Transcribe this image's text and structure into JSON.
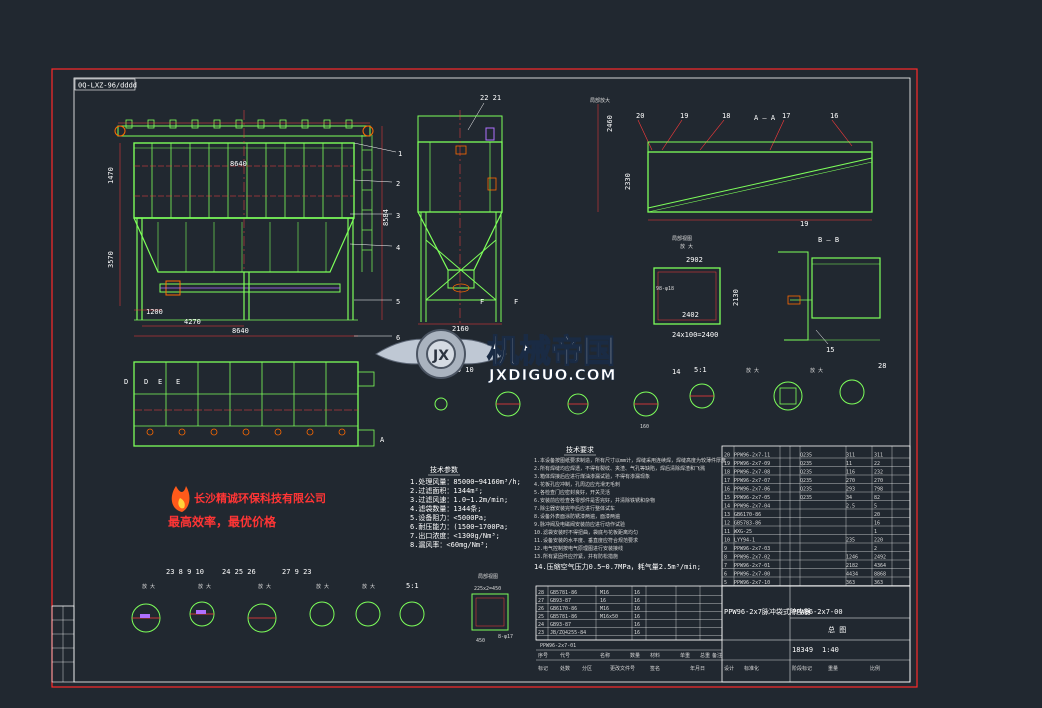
{
  "drawing": {
    "code_box": "0Q-LXZ-96/dddd",
    "drawing_number": "PPW96-2x7-00",
    "drawing_title": "总 图",
    "title_desc": "PPW96-2x7脉冲袋式除尘器",
    "weight": "18349",
    "scale": "1:40"
  },
  "watermark": {
    "brand": "机械帝国",
    "url": "JXDIGUO.COM"
  },
  "company": {
    "name": "长沙精诚环保科技有限公司",
    "slogan": "最高效率，最优价格"
  },
  "section_labels": {
    "aa": "A — A",
    "bb": "B — B",
    "enlarge": "放 大"
  },
  "item_numbers": {
    "main": [
      "1",
      "2",
      "3",
      "4",
      "5",
      "6"
    ],
    "top": "22 21",
    "right_view": [
      "20",
      "19",
      "18",
      "17",
      "16",
      "15"
    ],
    "bottom_a": "23  8  9 10",
    "bottom_b": "24 25 26",
    "bottom_c": "27  9  23",
    "mid": "6  8 9 10",
    "detail": [
      "14",
      "5:1",
      "28"
    ]
  },
  "dimensions": {
    "length_total": "8640",
    "width_inner": "4270",
    "height_hopper": "3570",
    "height_box": "1470",
    "height_total": "8584",
    "base": "1200",
    "span": "2160",
    "box_w": "2902",
    "box_h": "2402",
    "box_h2": "2130"
  },
  "tech_params": {
    "title": "技术参数",
    "items": [
      "1.处理风量：85000~94160m³/h;",
      "2.过滤面积：1344m²;",
      "3.过滤风速：1.0~1.2m/min;",
      "4.滤袋数量：1344条;",
      "5.设备阻力：<5000Pa;",
      "6.耐压能力：(1500~1700Pa;",
      "7.出口浓度：<1300g/Nm³;",
      "8.漏风率：<60mg/Nm³;"
    ]
  },
  "tech_requirements": {
    "title": "技术要求",
    "items": [
      "1.本设备按图纸要求制造，所有尺寸以mm计，焊缝采用连续焊，焊缝高度为较薄件厚度",
      "2.所有焊缝均应焊透，不得有裂纹、夹渣、气孔等缺陷，焊后清除焊渣和飞溅",
      "3.箱体焊接后应进行煤油渗漏试验，不得有渗漏现象",
      "4.花板孔应冲制，孔周边应光滑无毛刺",
      "5.各检查门应密封良好，开关灵活",
      "6.安装前应检查各零部件是否完好，并清除铁锈和杂物",
      "7.除尘器安装完毕后应进行整体试车",
      "8.设备外表面涂防锈漆两遍，面漆两遍",
      "9.脉冲阀及电磁阀安装前应进行动作试验",
      "10.滤袋安装时不得扭曲，袋底与花板距离均匀",
      "11.设备安装的水平度、垂直度应符合规范要求",
      "12.电气控制按电气原理图进行安装接线",
      "13.所有紧固件应拧紧，并有防松措施",
      "14.压缩空气压力0.5~0.7MPa，耗气量2.5m³/min;"
    ]
  },
  "title_block": {
    "header": [
      "序号",
      "代号",
      "名称",
      "数量",
      "材料",
      "单重",
      "总重",
      "备注"
    ],
    "mark": "PPW96-2x7-01",
    "sign_row": [
      "标记",
      "处数",
      "分区",
      "更改文件号",
      "签名",
      "年月日"
    ],
    "design_row": [
      "设计",
      "标准化",
      "阶段标记",
      "重量",
      "比例"
    ]
  },
  "parts_list_right": [
    [
      "20",
      "PPW96-2x7-11",
      "",
      "",
      "Q235",
      "311",
      "311"
    ],
    [
      "19",
      "PPW96-2x7-09",
      "",
      "",
      "Q235",
      "11",
      "22"
    ],
    [
      "18",
      "PPW96-2x7-08",
      "",
      "",
      "Q235",
      "116",
      "232"
    ],
    [
      "17",
      "PPW96-2x7-07",
      "",
      "",
      "Q235",
      "270",
      "270"
    ],
    [
      "16",
      "PPW96-2x7-06",
      "",
      "",
      "Q235",
      "293",
      "798"
    ],
    [
      "15",
      "PPW96-2x7-05",
      "",
      "",
      "Q235",
      "34",
      "82"
    ],
    [
      "14",
      "PPW96-2x7-04",
      "",
      "",
      "",
      "2.5",
      "5"
    ],
    [
      "13",
      "GB6170-86",
      "",
      "",
      "",
      "",
      "20"
    ],
    [
      "12",
      "GB5783-86",
      "",
      "",
      "",
      "",
      "16"
    ],
    [
      "11",
      "WXG-25",
      "",
      "",
      "",
      "",
      "1"
    ],
    [
      "10",
      "LYY94-1",
      "",
      "",
      "",
      "235",
      "220"
    ],
    [
      "9",
      "PPW96-2x7-03",
      "",
      "",
      "",
      "",
      "2"
    ],
    [
      "8",
      "PPW96-2x7-02",
      "",
      "",
      "",
      "1246",
      "2492"
    ],
    [
      "7",
      "PPW96-2x7-01",
      "",
      "",
      "",
      "2182",
      "4364"
    ],
    [
      "6",
      "PPW96-2x7-00",
      "",
      "",
      "",
      "4434",
      "8868"
    ],
    [
      "5",
      "PPW96-2x7-10",
      "",
      "",
      "",
      "363",
      "363"
    ]
  ],
  "parts_list_left": [
    [
      "28",
      "GB5781-86",
      "M16",
      "16"
    ],
    [
      "27",
      "GB93-87",
      "16",
      "16"
    ],
    [
      "26",
      "GB6170-86",
      "M16",
      "16"
    ],
    [
      "25",
      "GB5781-86",
      "M16x50",
      "16"
    ],
    [
      "24",
      "GB93-87",
      "",
      "16"
    ],
    [
      "23",
      "JB/ZQ4255-84",
      "",
      "16"
    ]
  ]
}
